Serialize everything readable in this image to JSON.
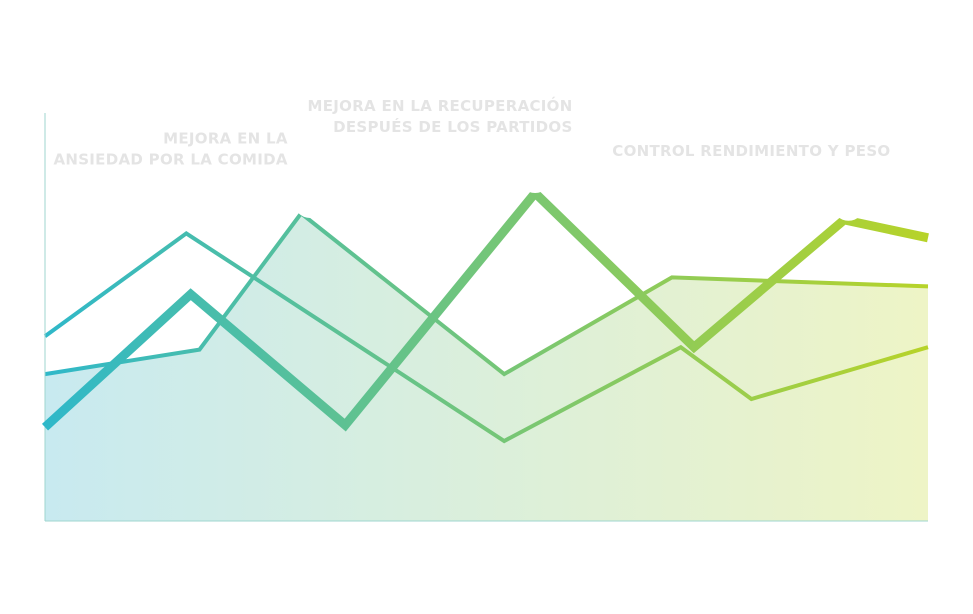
{
  "chart_data": {
    "type": "line",
    "title": "",
    "xlabel": "",
    "ylabel": "",
    "x": [
      0,
      1,
      2,
      3,
      4,
      5,
      6,
      7,
      8,
      9,
      10,
      11,
      12,
      13,
      14,
      15,
      16,
      17,
      18,
      19,
      20
    ],
    "xlim": [
      0,
      20
    ],
    "ylim": [
      0,
      100
    ],
    "grid": false,
    "legend": "none",
    "colors": {
      "gradient_start": "#2fb8c9",
      "gradient_end": "#b7d329",
      "area_start": "#c8eaf0",
      "area_end": "#eef4c6",
      "axis": "#9fd6cf"
    },
    "area": {
      "points": [
        [
          0,
          36
        ],
        [
          3.5,
          42
        ],
        [
          5.8,
          75.4
        ],
        [
          10.4,
          36
        ],
        [
          14.2,
          59.7
        ],
        [
          20,
          57.5
        ]
      ]
    },
    "series": [
      {
        "points": [
          [
            0,
            45.3
          ],
          [
            3.2,
            70.5
          ],
          [
            10.4,
            19.6
          ],
          [
            14.4,
            42.6
          ],
          [
            16,
            29.9
          ],
          [
            20,
            42.6
          ]
        ]
      },
      {
        "points": [
          [
            0,
            23
          ],
          [
            3.3,
            55.6
          ],
          [
            6.8,
            23.5
          ],
          [
            11.1,
            80.4
          ],
          [
            14.7,
            42.6
          ],
          [
            18.1,
            73.8
          ],
          [
            20,
            69.4
          ]
        ]
      }
    ],
    "markers": [
      {
        "x": 6.0,
        "y": 78.2
      },
      {
        "x": 11.1,
        "y": 84.3
      },
      {
        "x": 18.2,
        "y": 77.5
      }
    ],
    "annotations": [
      {
        "lines": [
          "MEJORA EN LA",
          "ANSIEDAD POR LA COMIDA"
        ],
        "x": 5.5,
        "y": 92.5,
        "align": "end"
      },
      {
        "lines": [
          "MEJORA EN LA RECUPERACIÓN",
          "DESPUÉS DE LOS PARTIDOS"
        ],
        "x": 11.95,
        "y": 100.5,
        "align": "end"
      },
      {
        "lines": [
          "CONTROL RENDIMIENTO Y PESO"
        ],
        "x": 19.15,
        "y": 89.5,
        "align": "end"
      }
    ]
  }
}
